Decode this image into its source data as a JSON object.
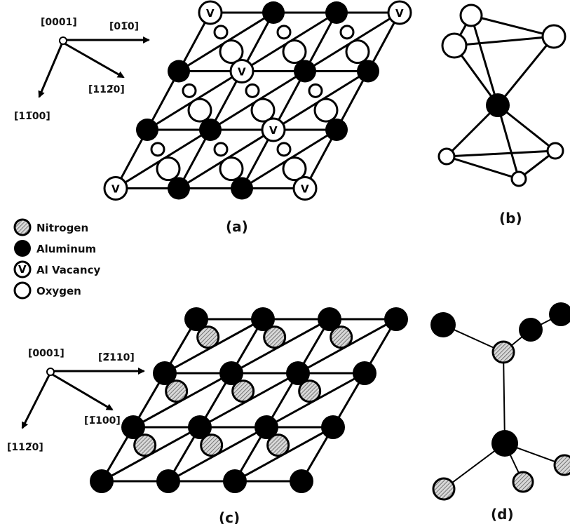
{
  "panel_a": {
    "axis_labels": {
      "origin": "[0001]",
      "right": "[01̅0]",
      "diag": "[112̅0]",
      "down": "[11̅00]"
    },
    "caption": "(a)"
  },
  "panel_b": {
    "caption": "(b)"
  },
  "panel_c": {
    "axis_labels": {
      "origin": "[0001]",
      "right": "[2̅110]",
      "diag": "[1̅100]",
      "down": "[112̅0]"
    },
    "caption": "(c)"
  },
  "panel_d": {
    "caption": "(d)"
  },
  "legend": {
    "items": [
      {
        "label": "Nitrogen",
        "icon": "nitrogen-atom-icon"
      },
      {
        "label": "Aluminum",
        "icon": "aluminum-atom-icon"
      },
      {
        "label": "Al Vacancy",
        "icon": "vacancy-icon",
        "symbol": "V"
      },
      {
        "label": "Oxygen",
        "icon": "oxygen-atom-icon"
      }
    ]
  },
  "vacancy_symbol": "V",
  "colors": {
    "ink": "#000000",
    "nitrogen_fill": "#cfcfcf",
    "background": "#ffffff"
  }
}
